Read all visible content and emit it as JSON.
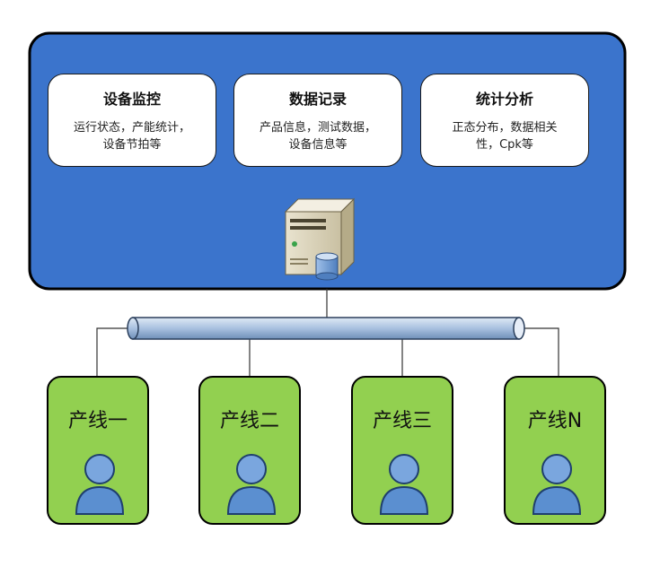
{
  "colors": {
    "platform_fill": "#3b74cc",
    "card_fill": "#ffffff",
    "line_fill": "#92d050",
    "pipe_fill": "#b8cde6",
    "person_fill": "#5b8fd0"
  },
  "platform": {
    "server_icon": "server-database-icon",
    "modules": [
      {
        "title": "设备监控",
        "body_lines": [
          "运行状态，产能统计，",
          "设备节拍等"
        ]
      },
      {
        "title": "数据记录",
        "body_lines": [
          "产品信息，测试数据，",
          "设备信息等"
        ]
      },
      {
        "title": "统计分析",
        "body_lines": [
          "正态分布，数据相关",
          "性，Cpk等"
        ]
      }
    ]
  },
  "network": {
    "icon": "bus-pipe"
  },
  "production_lines": [
    {
      "label": "产线一",
      "icon": "user-icon"
    },
    {
      "label": "产线二",
      "icon": "user-icon"
    },
    {
      "label": "产线三",
      "icon": "user-icon"
    },
    {
      "label": "产线N",
      "icon": "user-icon"
    }
  ]
}
